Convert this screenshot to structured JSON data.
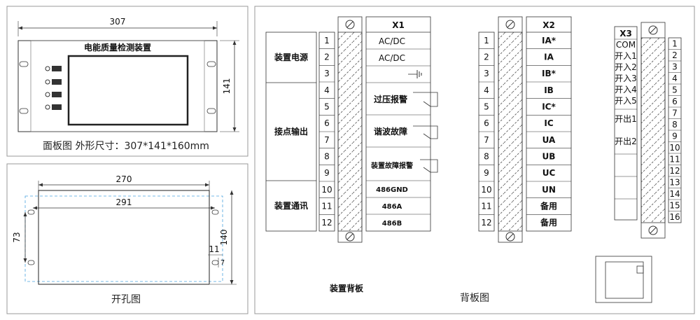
{
  "panel_view": {
    "width_dim": "307",
    "height_dim": "141",
    "device_title": "电能质量检测装置",
    "caption": "面板图 外形尺寸：307*141*160mm"
  },
  "cutout_view": {
    "dim_270": "270",
    "dim_291": "291",
    "dim_73": "73",
    "dim_140": "140",
    "dim_11": "11",
    "dim_7": "7",
    "caption": "开孔图"
  },
  "back_view": {
    "caption_main": "装置背板",
    "caption_sub": "背板图",
    "x1": {
      "header": "X1",
      "groups": [
        "装置电源",
        "接点输出",
        "装置通讯"
      ],
      "numbers": [
        "1",
        "2",
        "3",
        "4",
        "5",
        "6",
        "7",
        "8",
        "9",
        "10",
        "11",
        "12"
      ],
      "signals": [
        "AC/DC",
        "AC/DC",
        "",
        "过压报警",
        "谐波故障",
        "装置故障报警",
        "486GND",
        "486A",
        "486B"
      ]
    },
    "x2": {
      "header": "X2",
      "numbers": [
        "1",
        "2",
        "3",
        "4",
        "5",
        "6",
        "7",
        "8",
        "9",
        "10",
        "11",
        "12"
      ],
      "signals": [
        "IA*",
        "IA",
        "IB*",
        "IB",
        "IC*",
        "IC",
        "UA",
        "UB",
        "UC",
        "UN",
        "备用",
        "备用"
      ]
    },
    "x3": {
      "header": "X3",
      "labels": [
        "COM",
        "开入1",
        "开入2",
        "开入3",
        "开入4",
        "开入5",
        "开出1",
        "开出2"
      ],
      "numbers": [
        "1",
        "2",
        "3",
        "4",
        "5",
        "6",
        "7",
        "8",
        "9",
        "10",
        "11",
        "12",
        "13",
        "14",
        "15",
        "16"
      ]
    }
  }
}
